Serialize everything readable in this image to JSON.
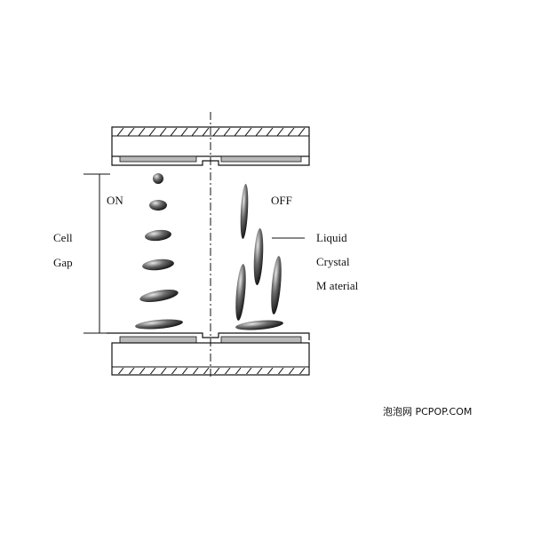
{
  "labels": {
    "on": "ON",
    "off": "OFF",
    "cell_gap_line1": "Cell",
    "cell_gap_line2": "Gap",
    "lc_line1": "Liquid",
    "lc_line2": "Crystal",
    "lc_line3": "M aterial"
  },
  "watermark": "泡泡网 PCPOP.COM",
  "colors": {
    "line": "#111111",
    "electrode": "#b9b9b9",
    "background": "#ffffff"
  }
}
